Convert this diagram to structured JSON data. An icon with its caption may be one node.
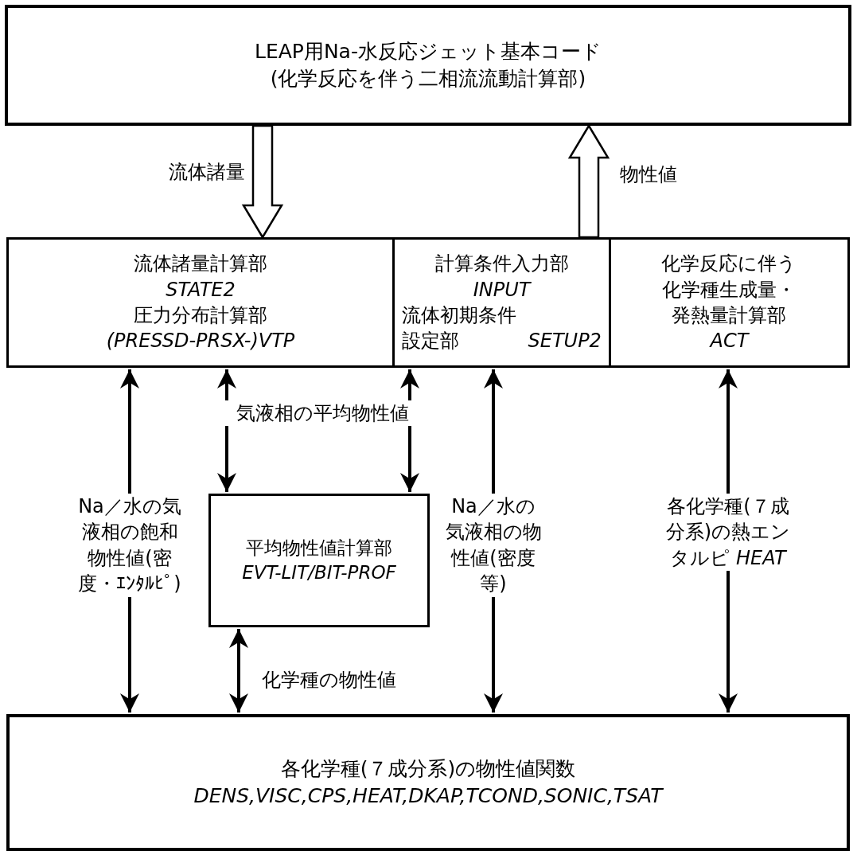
{
  "diagram": {
    "nodes": [
      {
        "text": [
          "LEAP用Na-水反応ジェット基本コード",
          "(化学反応を伴う二相流流動計算部)"
        ]
      },
      {
        "text": [
          "流体諸量計算部",
          "STATE2",
          "圧力分布計算部",
          "(PRESSD-PRSX-)VTP"
        ]
      },
      {
        "text": [
          "計算条件入力部",
          "INPUT",
          "流体初期条件設定部",
          "SETUP2"
        ]
      },
      {
        "text": [
          "化学反応に伴う化学種生成量・発熱量計算部",
          "ACT"
        ]
      },
      {
        "text": [
          "平均物性値計算部",
          "EVT-LIT/BIT-PROF"
        ]
      },
      {
        "text": [
          "各化学種(７成分系)の物性値関数",
          "DENS,VISC,CPS,HEAT,DKAP,TCOND,SONIC,TSAT"
        ]
      }
    ],
    "edges": [
      {
        "from": 0,
        "to": 1,
        "arrow": "to",
        "style": "thick",
        "label": "流体諸量"
      },
      {
        "from": 2,
        "to": 0,
        "arrow": "to",
        "style": "thick",
        "label": "物性値"
      },
      {
        "from": 1,
        "to": 5,
        "arrow": "both",
        "label": "Na／水の気液相の飽和物性値(密度・ｴﾝﾀﾙﾋﾟ)"
      },
      {
        "from": 1,
        "to": 4,
        "arrow": "both",
        "label": "気液相の平均物性値"
      },
      {
        "from": 2,
        "to": 4,
        "arrow": "both"
      },
      {
        "from": 4,
        "to": 5,
        "arrow": "both",
        "label": "化学種の物性値"
      },
      {
        "from": 2,
        "to": 5,
        "arrow": "both",
        "label": "Na／水の気液相の物性値(密度等)"
      },
      {
        "from": 3,
        "to": 5,
        "arrow": "both",
        "label": "各化学種(７成分系)の熱エンタルピ *HEAT*"
      }
    ]
  }
}
